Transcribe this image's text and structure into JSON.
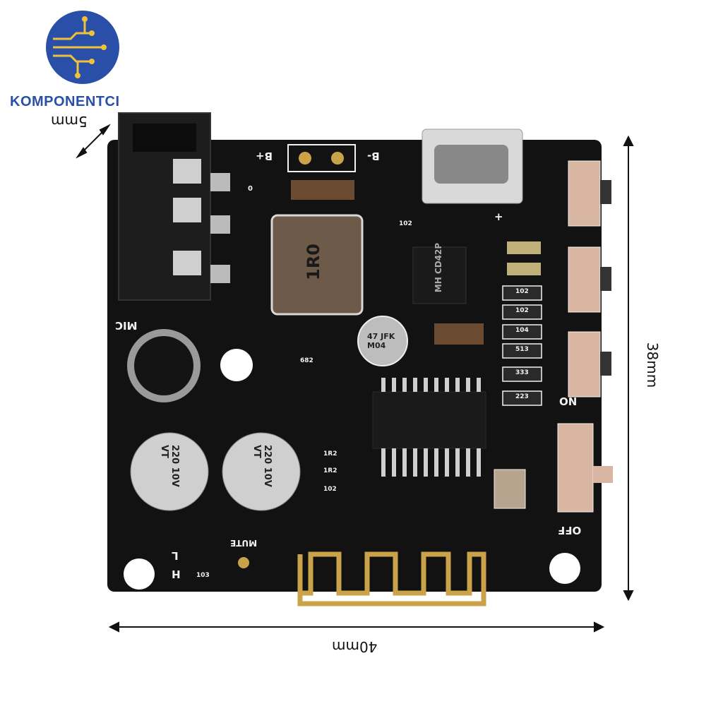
{
  "brand": {
    "name": "KOMPONENTCI"
  },
  "dimensions": {
    "depth_label": "5mm",
    "height_label": "38mm",
    "width_label": "40mm"
  },
  "board_markings": {
    "b_plus": "B+",
    "b_minus": "B-",
    "mic": "MIC",
    "on": "ON",
    "off": "OFF",
    "mute": "MUTE",
    "l": "L",
    "h": "H",
    "chip": "MH CD42P",
    "inductor": "1R0",
    "cap_small": "47 JFK M04",
    "cap_large_1": "220 10V VT",
    "cap_large_2": "220 10V VT",
    "plus_sign": "+"
  },
  "resistor_codes": [
    "102",
    "102",
    "102",
    "104",
    "513",
    "333",
    "223",
    "682",
    "1R2",
    "1R2",
    "102",
    "103",
    "0"
  ],
  "colors": {
    "pcb": "#121212",
    "logo_blue": "#2a4fa8",
    "gold": "#c9a24a",
    "silkscreen": "#f2f2f2"
  }
}
